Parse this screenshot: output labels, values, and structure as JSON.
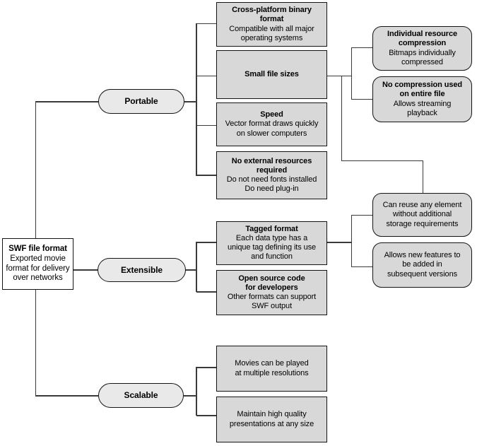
{
  "theme": {
    "box_fill": "#d8d8d8",
    "pill_fill": "#e9e9e9",
    "root_fill": "#ffffff",
    "line_color": "#3a3a3a",
    "border_color": "#141414",
    "text_color": "#000000",
    "background": "#ffffff"
  },
  "root": {
    "title": "SWF file format",
    "body": "Exported movie\nformat for delivery\nover networks"
  },
  "portable": {
    "label": "Portable",
    "children": {
      "cross_platform": {
        "title": "Cross-platform binary\nformat",
        "body": "Compatible with all major\noperating systems"
      },
      "small_file": {
        "title": "Small file sizes"
      },
      "speed": {
        "title": "Speed",
        "body": "Vector format draws quickly\non slower computers"
      },
      "no_external": {
        "title": "No external resources\nrequired",
        "body": "Do not need fonts installed\nDo need plug-in"
      }
    },
    "sub": {
      "individual": {
        "title": "Individual resource\ncompression",
        "body": "Bitmaps individually\ncompressed"
      },
      "no_compression": {
        "title": "No compression used\non entire file",
        "body": "Allows streaming\nplayback"
      }
    }
  },
  "extensible": {
    "label": "Extensible",
    "children": {
      "tagged": {
        "title": "Tagged format",
        "body": "Each data type has a\nunique tag defining its use\nand function"
      },
      "open_source": {
        "title": "Open source code\nfor developers",
        "body": "Other formats can support\nSWF output"
      }
    },
    "sub": {
      "can_reuse": {
        "text": "Can reuse any element\nwithout additional\nstorage requirements"
      },
      "allows_new": {
        "text": "Allows new features to\nbe added in\nsubsequent versions"
      }
    }
  },
  "scalable": {
    "label": "Scalable",
    "children": {
      "movies": {
        "text": "Movies can be played\nat multiple resolutions"
      },
      "maintain": {
        "text": "Maintain high quality\npresentations at any size"
      }
    }
  }
}
